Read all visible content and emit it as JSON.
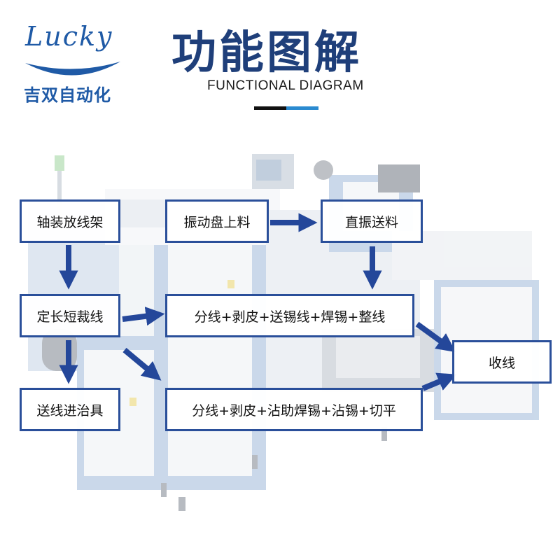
{
  "brand": {
    "script": "Lucky",
    "name": "吉双自动化"
  },
  "header": {
    "title": "功能图解",
    "subtitle": "FUNCTIONAL DIAGRAM"
  },
  "colors": {
    "box_border": "#2a4f9a",
    "arrow": "#24479a",
    "title": "#1f3f7a",
    "machine_blue": "#9fb9d9"
  },
  "steps": {
    "spool_rack": "轴装放线架",
    "cut_to_length": "定长短裁线",
    "feed_fixture": "送线进治具",
    "vibratory_bowl": "振动盘上料",
    "linear_feed": "直振送料",
    "process_a": "分线+剥皮+送锡线+焊锡+整线",
    "process_b": "分线+剥皮+沾助焊锡+沾锡+切平",
    "collect": "收线"
  }
}
